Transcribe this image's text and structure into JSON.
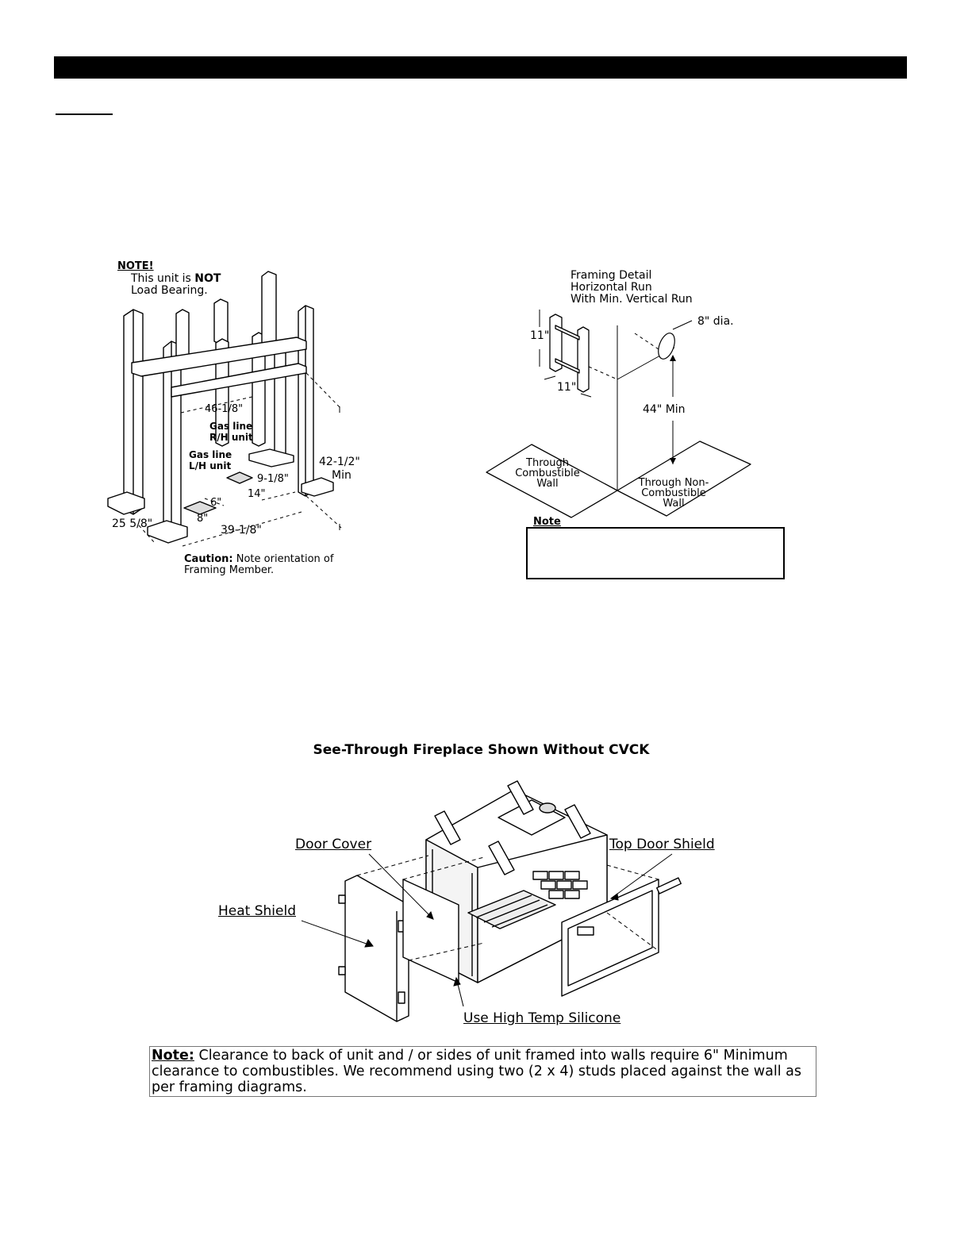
{
  "figure1": {
    "note_heading": "NOTE!",
    "note_line1_prefix": "This unit is ",
    "note_line1_bold": "NOT",
    "note_line2": "Load Bearing.",
    "dim_width_top": "46-1/8\"",
    "gas_rh": [
      "Gas line",
      "R/H unit"
    ],
    "gas_lh": [
      "Gas line",
      "L/H unit"
    ],
    "dim_height": "42-1/2\"",
    "dim_height_suffix": "Min",
    "dim_gas_offset": "9-1/8\"",
    "dim_14": "14\"",
    "dim_6": "6\"",
    "dim_8": "8\"",
    "dim_depth": "25 5/8\"",
    "dim_width_bottom": "39-1/8\"",
    "caution_bold": "Caution:",
    "caution_rest": " Note orientation of",
    "caution_line2": "Framing Member."
  },
  "figure2": {
    "title_lines": [
      "Framing Detail",
      "Horizontal Run",
      "With Min. Vertical Run"
    ],
    "dim_diameter": "8\" dia.",
    "dim_11_vertical": "11\"",
    "dim_11_horizontal": "11\"",
    "dim_44": "44\" Min",
    "wall_combustible": [
      "Through",
      "Combustible",
      "Wall"
    ],
    "wall_noncombustible": [
      "Through Non-",
      "Combustible",
      "Wall"
    ],
    "note_label": "Note"
  },
  "figure3": {
    "title": "See-Through Fireplace Shown Without CVCK",
    "label_door_cover": "Door Cover",
    "label_top_door_shield": "Top Door Shield",
    "label_heat_shield": "Heat Shield",
    "label_silicone": "Use High Temp Silicone"
  },
  "bottom_note": {
    "label": "Note:",
    "text": " Clearance to back of unit and / or sides of unit framed into walls require 6\" Minimum clearance to combustibles. We recommend using two  (2 x 4) studs placed against the wall as per framing diagrams."
  }
}
